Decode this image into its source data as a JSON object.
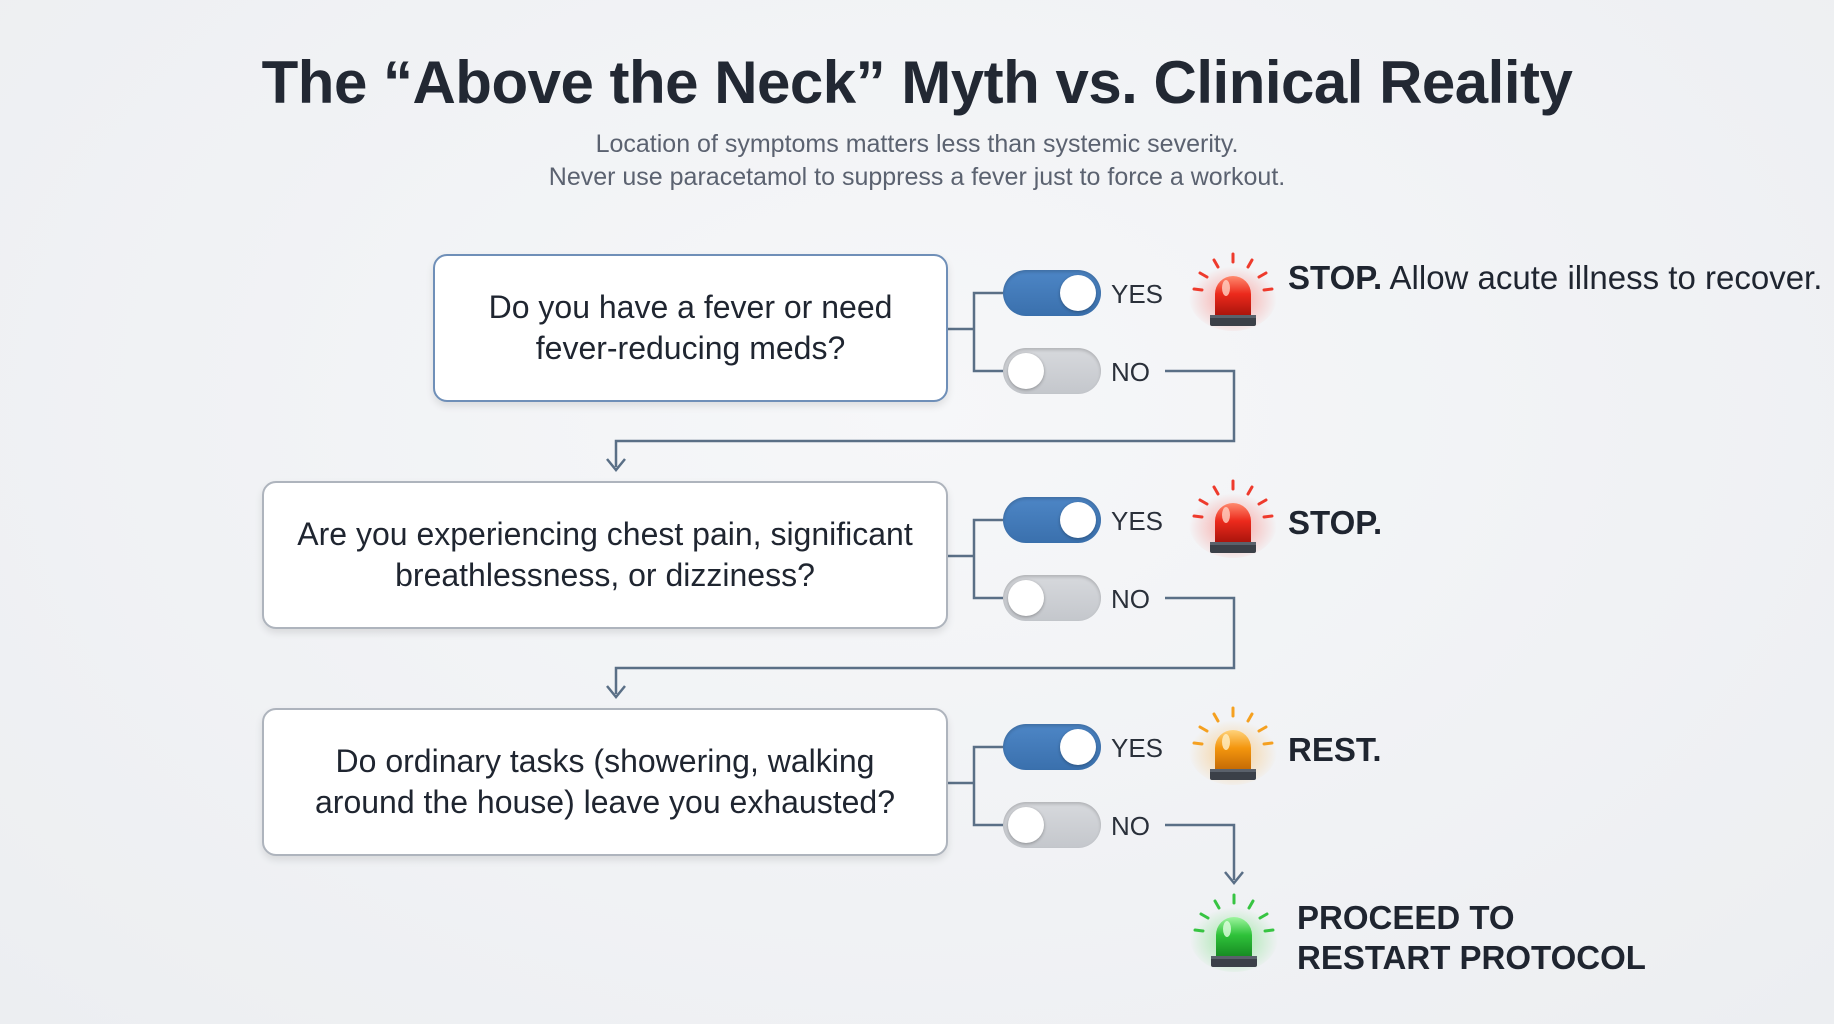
{
  "header": {
    "title": "The “Above the Neck” Myth vs. Clinical Reality",
    "subtitle_line1": "Location of symptoms matters less than systemic severity.",
    "subtitle_line2": "Never use paracetamol to suppress a fever just to force a workout."
  },
  "steps": [
    {
      "question": "Do you have a fever or need fever-reducing meds?",
      "yes_label": "YES",
      "no_label": "NO",
      "yes_outcome_strong": "STOP.",
      "yes_outcome_rest": " Allow acute illness to recover.",
      "alert_color": "red"
    },
    {
      "question": "Are you experiencing chest pain, significant breathlessness, or dizziness?",
      "yes_label": "YES",
      "no_label": "NO",
      "yes_outcome_strong": "STOP.",
      "yes_outcome_rest": "",
      "alert_color": "red"
    },
    {
      "question": "Do ordinary tasks (showering, walking around the house) leave you exhausted?",
      "yes_label": "YES",
      "no_label": "NO",
      "yes_outcome_strong": "REST.",
      "yes_outcome_rest": "",
      "alert_color": "orange"
    }
  ],
  "final": {
    "line1": "PROCEED TO",
    "line2": "RESTART PROTOCOL",
    "alert_color": "green"
  },
  "colors": {
    "toggle_on": "#3f78b8",
    "toggle_off": "#cdd0d4",
    "connector": "#5a6f86",
    "red": "#e8261c",
    "orange": "#f39a12",
    "green": "#2fc23a"
  }
}
